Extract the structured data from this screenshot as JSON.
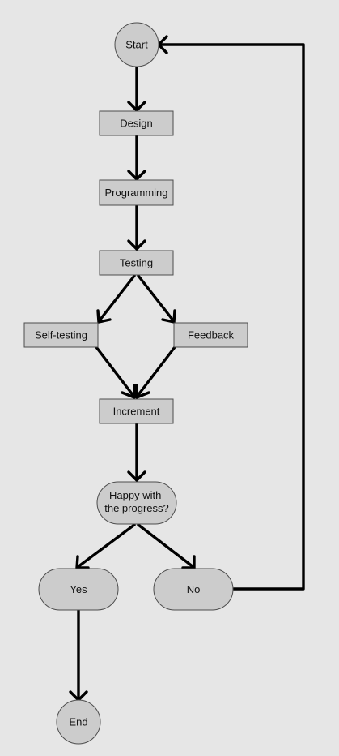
{
  "colors": {
    "background": "#e6e6e6",
    "node_fill": "#cccccc",
    "node_border": "#4d4d4d",
    "edge": "#000000",
    "text": "#111111"
  },
  "nodes": {
    "start": "Start",
    "design": "Design",
    "programming": "Programming",
    "testing": "Testing",
    "self_testing": "Self-testing",
    "feedback": "Feedback",
    "increment": "Increment",
    "decision_line1": "Happy with",
    "decision_line2": "the progress?",
    "yes": "Yes",
    "no": "No",
    "end": "End"
  },
  "edges": [
    {
      "from": "start",
      "to": "design"
    },
    {
      "from": "design",
      "to": "programming"
    },
    {
      "from": "programming",
      "to": "testing"
    },
    {
      "from": "testing",
      "to": "self_testing"
    },
    {
      "from": "testing",
      "to": "feedback"
    },
    {
      "from": "self_testing",
      "to": "increment"
    },
    {
      "from": "feedback",
      "to": "increment"
    },
    {
      "from": "increment",
      "to": "decision"
    },
    {
      "from": "decision",
      "to": "yes"
    },
    {
      "from": "decision",
      "to": "no"
    },
    {
      "from": "yes",
      "to": "end"
    },
    {
      "from": "no",
      "to": "start"
    }
  ]
}
